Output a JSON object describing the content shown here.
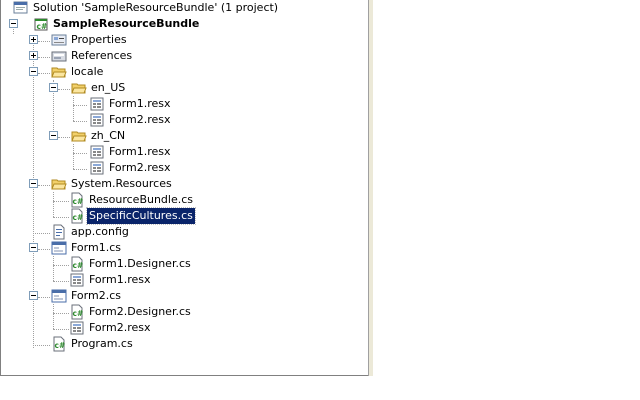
{
  "tree": {
    "solution_label": "Solution 'SampleResourceBundle' (1 project)",
    "project_label": "SampleResourceBundle",
    "items": {
      "properties": "Properties",
      "references": "References",
      "locale": "locale",
      "en_us": "en_US",
      "en_form1_resx": "Form1.resx",
      "en_form2_resx": "Form2.resx",
      "zh_cn": "zh_CN",
      "zh_form1_resx": "Form1.resx",
      "zh_form2_resx": "Form2.resx",
      "system_resources": "System.Resources",
      "resource_bundle_cs": "ResourceBundle.cs",
      "specific_cultures_cs": "SpecificCultures.cs",
      "app_config": "app.config",
      "form1_cs": "Form1.cs",
      "form1_designer_cs": "Form1.Designer.cs",
      "form1_resx": "Form1.resx",
      "form2_cs": "Form2.cs",
      "form2_designer_cs": "Form2.Designer.cs",
      "form2_resx": "Form2.resx",
      "program_cs": "Program.cs"
    },
    "selected_item": "SpecificCultures.cs",
    "icons": {
      "solution": "solution-icon",
      "project": "csharp-project-icon",
      "properties": "properties-icon",
      "references": "references-icon",
      "folder": "folder-icon",
      "resx": "resx-file-icon",
      "cs": "csharp-file-icon",
      "config": "config-file-icon",
      "form": "form-icon"
    }
  },
  "colors": {
    "selection": "#0a246a",
    "folder": "#f2d06a",
    "csharp": "#2e8b2e",
    "tree_lines": "#a0a0a0"
  }
}
